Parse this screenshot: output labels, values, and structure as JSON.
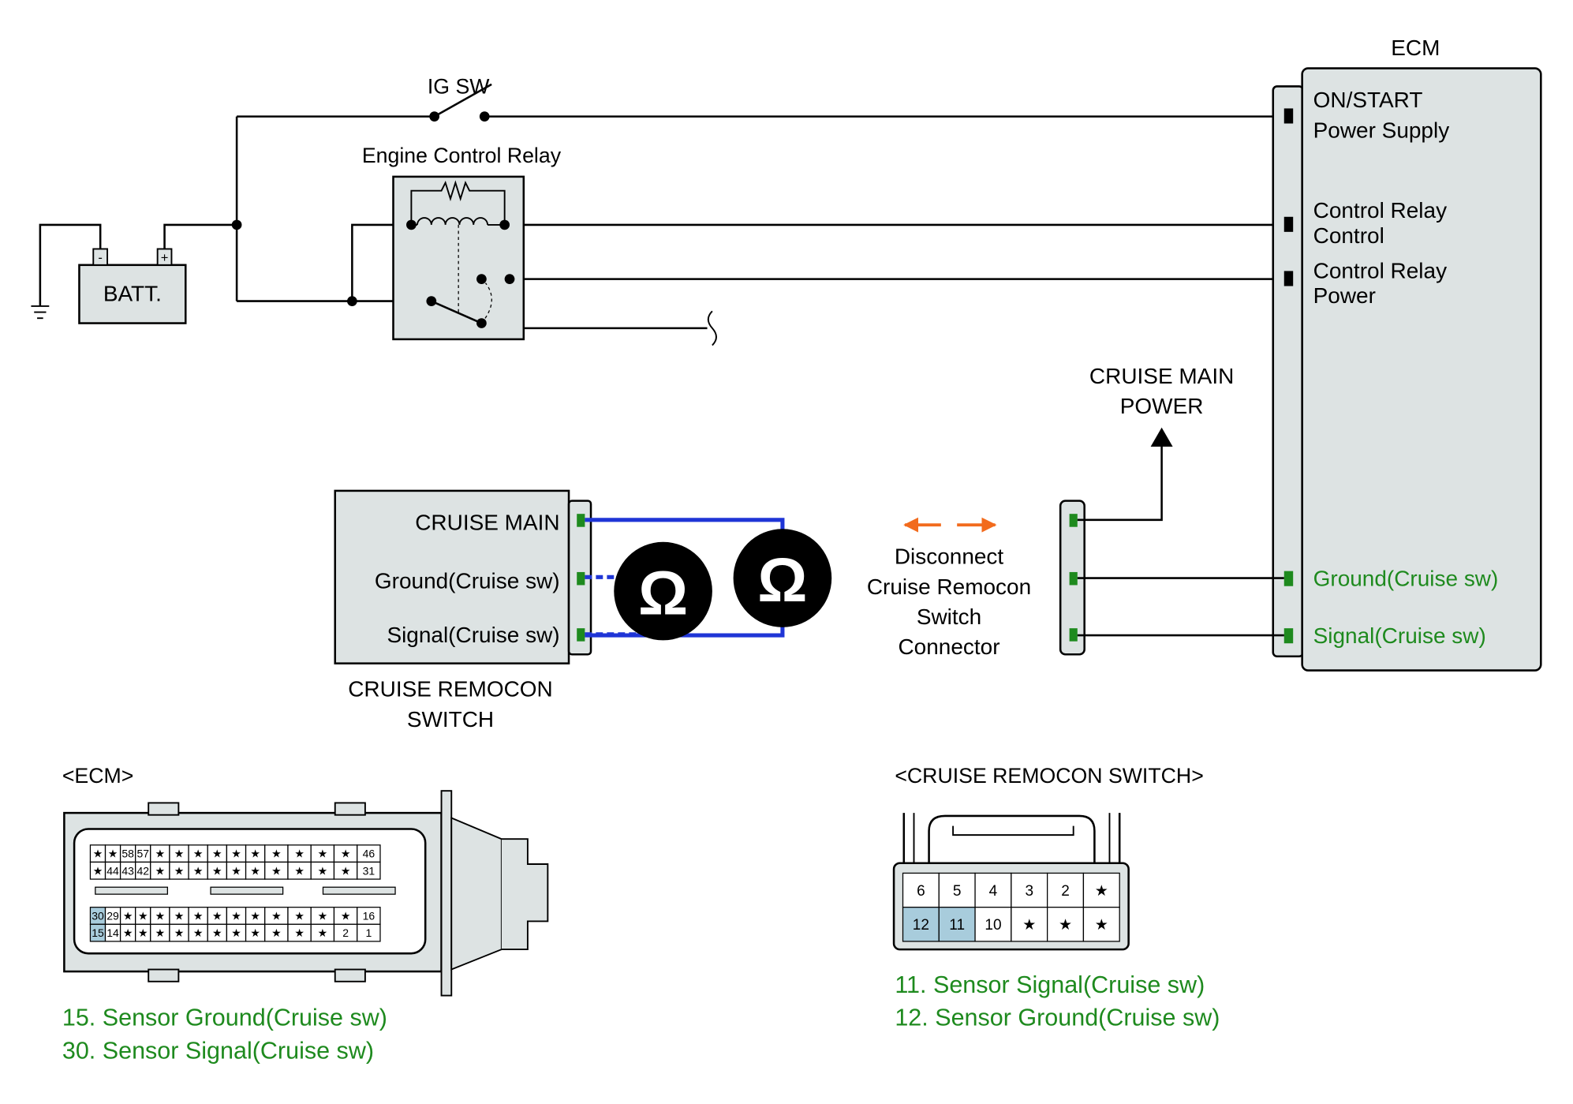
{
  "colors": {
    "wire": "#000000",
    "box_fill": "#dde3e3",
    "pin_highlight": "#a8ccdc",
    "green": "#1e8a1e",
    "blue": "#1f35d6",
    "orange": "#f26b1d"
  },
  "battery": {
    "label": "BATT.",
    "minus": "-",
    "plus": "+"
  },
  "ig_switch": {
    "label": "IG SW"
  },
  "relay": {
    "label": "Engine Control Relay"
  },
  "ecm": {
    "label": "ECM",
    "pins": {
      "on_start_1": "ON/START",
      "on_start_2": "Power Supply",
      "relay_ctrl_1": "Control Relay",
      "relay_ctrl_2": "Control",
      "relay_pwr_1": "Control Relay",
      "relay_pwr_2": "Power",
      "ground": "Ground(Cruise sw)",
      "signal": "Signal(Cruise sw)"
    }
  },
  "cruise_main_power": {
    "line1": "CRUISE MAIN",
    "line2": "POWER"
  },
  "remocon_switch": {
    "pin_main": "CRUISE MAIN",
    "pin_ground": "Ground(Cruise sw)",
    "pin_signal": "Signal(Cruise sw)",
    "title1": "CRUISE REMOCON",
    "title2": "SWITCH"
  },
  "disconnect_note": {
    "line1": "Disconnect",
    "line2": "Cruise Remocon",
    "line3": "Switch",
    "line4": "Connector"
  },
  "meters": {
    "symbol": "Ω",
    "icon": "ohmmeter-icon"
  },
  "ecm_connector": {
    "title": "<ECM>",
    "top_row1": [
      "★",
      "★",
      "58",
      "57",
      "★",
      "★",
      "★",
      "★",
      "★",
      "★",
      "★",
      "★",
      "★",
      "★",
      "46"
    ],
    "top_row2": [
      "★",
      "44",
      "43",
      "42",
      "★",
      "★",
      "★",
      "★",
      "★",
      "★",
      "★",
      "★",
      "★",
      "★",
      "31"
    ],
    "bot_row1": [
      "30",
      "29",
      "★",
      "★",
      "★",
      "★",
      "★",
      "★",
      "★",
      "★",
      "★",
      "★",
      "★",
      "★",
      "16"
    ],
    "bot_row2": [
      "15",
      "14",
      "★",
      "★",
      "★",
      "★",
      "★",
      "★",
      "★",
      "★",
      "★",
      "★",
      "★",
      "2",
      "1"
    ],
    "highlighted": [
      "30",
      "15"
    ],
    "legend1": "15. Sensor Ground(Cruise sw)",
    "legend2": "30. Sensor Signal(Cruise sw)"
  },
  "switch_connector": {
    "title": "<CRUISE REMOCON SWITCH>",
    "row1": [
      "6",
      "5",
      "4",
      "3",
      "2",
      "★"
    ],
    "row2": [
      "12",
      "11",
      "10",
      "★",
      "★",
      "★"
    ],
    "highlighted": [
      "12",
      "11"
    ],
    "legend1": "11. Sensor Signal(Cruise sw)",
    "legend2": "12. Sensor Ground(Cruise sw)"
  }
}
